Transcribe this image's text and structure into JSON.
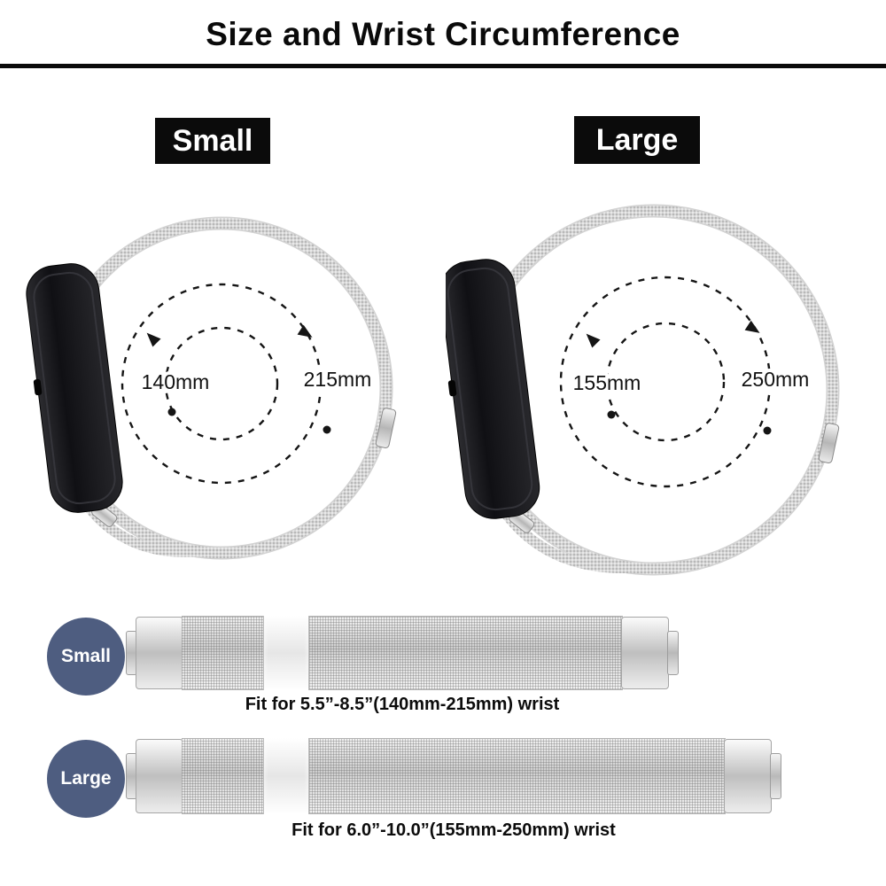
{
  "title": "Size and Wrist Circumference",
  "watches": [
    {
      "label": "Small",
      "min": "140mm",
      "max": "215mm"
    },
    {
      "label": "Large",
      "min": "155mm",
      "max": "250mm"
    }
  ],
  "bands": [
    {
      "badge": "Small",
      "fit": "Fit for 5.5”-8.5”(140mm-215mm) wrist"
    },
    {
      "badge": "Large",
      "fit": "Fit for 6.0”-10.0”(155mm-250mm) wrist"
    }
  ],
  "colors": {
    "badge-bg": "#4e5d80",
    "label-bg": "#0b0b0b"
  }
}
